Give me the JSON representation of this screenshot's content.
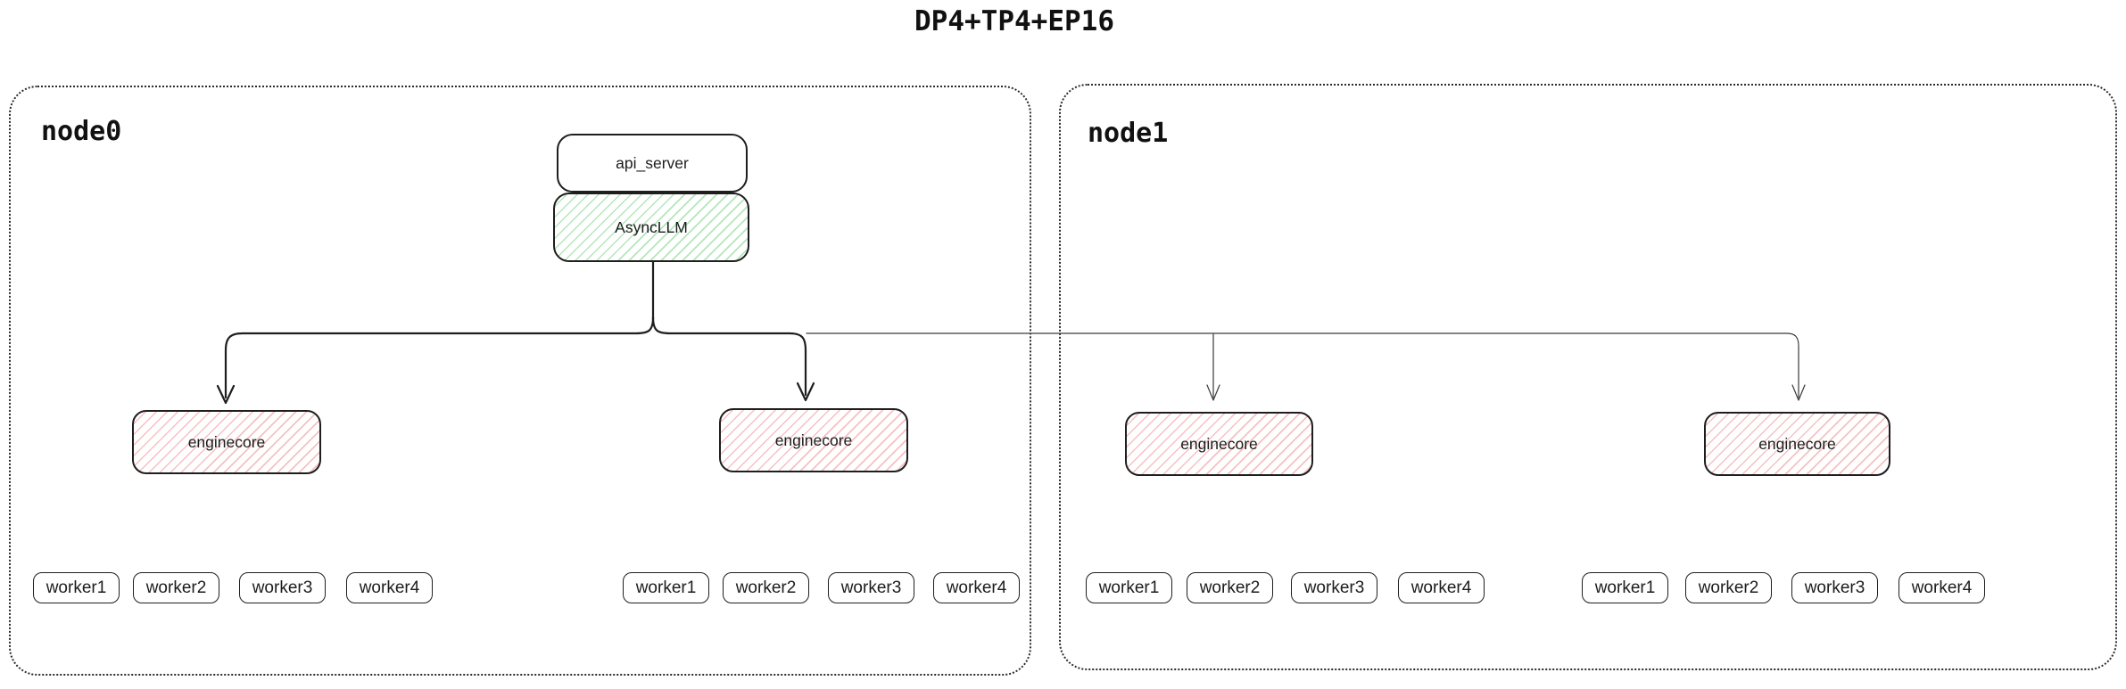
{
  "title": "DP4+TP4+EP16",
  "nodes": [
    {
      "label": "node0"
    },
    {
      "label": "node1"
    }
  ],
  "api_server": {
    "label": "api_server"
  },
  "async_llm": {
    "label": "AsyncLLM"
  },
  "enginecores": [
    {
      "label": "enginecore"
    },
    {
      "label": "enginecore"
    },
    {
      "label": "enginecore"
    },
    {
      "label": "enginecore"
    }
  ],
  "worker_groups": [
    {
      "node": "node0",
      "workers": [
        "worker1",
        "worker2",
        "worker3",
        "worker4"
      ]
    },
    {
      "node": "node0",
      "workers": [
        "worker1",
        "worker2",
        "worker3",
        "worker4"
      ]
    },
    {
      "node": "node1",
      "workers": [
        "worker1",
        "worker2",
        "worker3",
        "worker4"
      ]
    },
    {
      "node": "node1",
      "workers": [
        "worker1",
        "worker2",
        "worker3",
        "worker4"
      ]
    }
  ],
  "colors": {
    "stroke": "#1e1e1e",
    "red_hatch": "#e03131",
    "green_hatch": "#40c057",
    "background": "#ffffff"
  }
}
